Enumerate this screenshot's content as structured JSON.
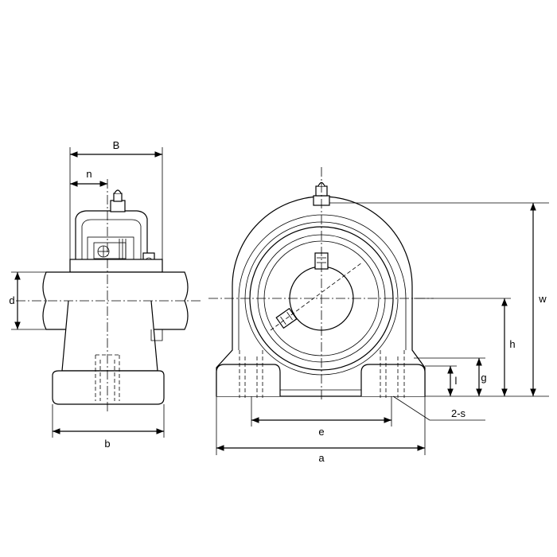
{
  "dimension_labels": {
    "B": "B",
    "n": "n",
    "d": "d",
    "b": "b",
    "w": "w",
    "h": "h",
    "g": "g",
    "l": "l",
    "s": "2-s",
    "e": "e",
    "a": "a"
  }
}
